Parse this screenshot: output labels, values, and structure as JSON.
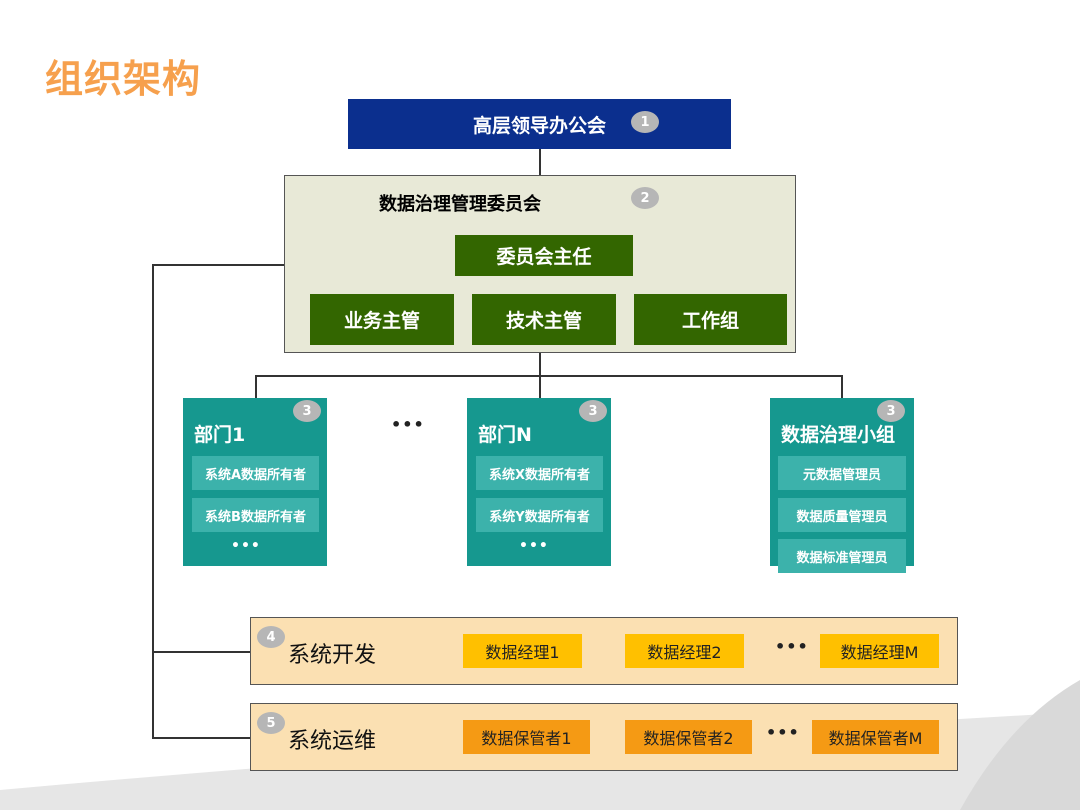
{
  "title": "组织架构",
  "top": {
    "label": "高层领导办公会",
    "badge": "1"
  },
  "committee": {
    "title": "数据治理管理委员会",
    "badge": "2",
    "chair": "委员会主任",
    "roles": [
      "业务主管",
      "技术主管",
      "工作组"
    ]
  },
  "departments": [
    {
      "title": "部门1",
      "badge": "3",
      "items": [
        "系统A数据所有者",
        "系统B数据所有者"
      ],
      "more": "•••"
    },
    {
      "title": "部门N",
      "badge": "3",
      "items": [
        "系统X数据所有者",
        "系统Y数据所有者"
      ],
      "more": "•••"
    },
    {
      "title": "数据治理小组",
      "badge": "3",
      "items": [
        "元数据管理员",
        "数据质量管理员",
        "数据标准管理员"
      ]
    }
  ],
  "dept_gap_dots": "•••",
  "dev": {
    "badge": "4",
    "label": "系统开发",
    "items": [
      "数据经理1",
      "数据经理2",
      "数据经理M"
    ],
    "dots": "•••"
  },
  "ops": {
    "badge": "5",
    "label": "系统运维",
    "items": [
      "数据保管者1",
      "数据保管者2",
      "数据保管者M"
    ],
    "dots": "•••"
  },
  "colors": {
    "title": "#f6a04d",
    "top": "#0b2f8e",
    "committee_bg": "#e8e9d7",
    "green": "#336600",
    "teal": "#16988f",
    "teal_light": "#3cb2ab",
    "band_bg": "#fbe0b2",
    "yellow": "#ffc000",
    "orange": "#f59a14"
  }
}
